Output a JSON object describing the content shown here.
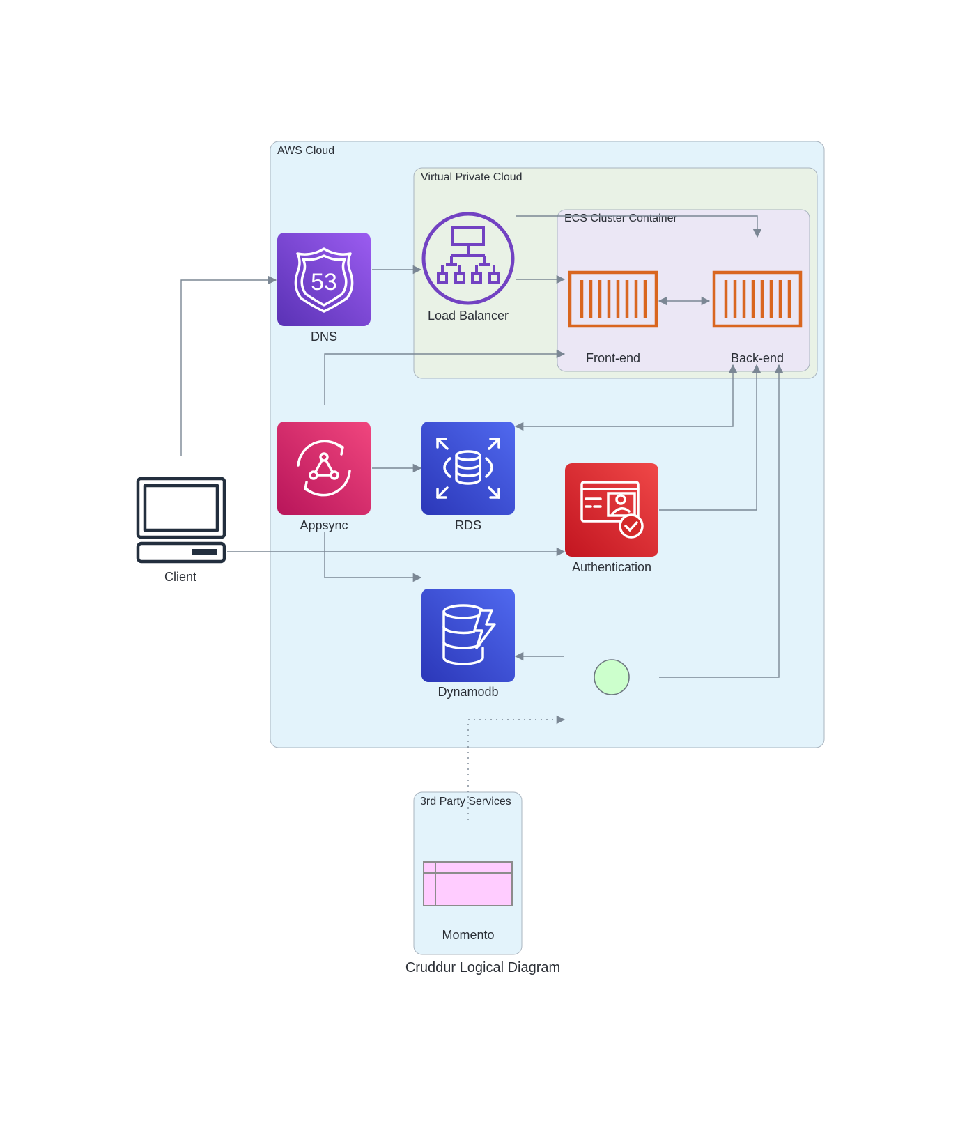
{
  "title": "Cruddur Logical Diagram",
  "clusters": {
    "aws_cloud": "AWS Cloud",
    "vpc": "Virtual Private Cloud",
    "ecs": "ECS Cluster Container",
    "third_party": "3rd Party Services"
  },
  "nodes": {
    "client": "Client",
    "dns": "DNS",
    "load_balancer": "Load Balancer",
    "frontend": "Front-end",
    "backend": "Back-end",
    "appsync": "Appsync",
    "rds": "RDS",
    "authentication": "Authentication",
    "dynamodb": "Dynamodb",
    "momento": "Momento"
  },
  "colors": {
    "aws_cloud_fill": "#e3f3fb",
    "vpc_fill": "#e9f2e6",
    "ecs_fill": "#ebe7f5",
    "route53": "#7c45d6",
    "elb": "#7242c2",
    "container": "#d9661f",
    "appsync": "#d12c66",
    "database": "#3b50d8",
    "cognito": "#d42a2a",
    "lambda_circle": "#ccffcc",
    "momento_fill": "#ffccff",
    "client_icon": "#232f3e"
  },
  "edges": [
    {
      "from": "client",
      "to": "dns"
    },
    {
      "from": "client",
      "to": "authentication"
    },
    {
      "from": "dns",
      "to": "load_balancer"
    },
    {
      "from": "load_balancer",
      "to": "frontend"
    },
    {
      "from": "load_balancer",
      "to": "backend"
    },
    {
      "from": "frontend",
      "to": "backend",
      "bidirectional": true
    },
    {
      "from": "appsync",
      "to": "frontend"
    },
    {
      "from": "appsync",
      "to": "rds"
    },
    {
      "from": "appsync",
      "to": "dynamodb"
    },
    {
      "from": "backend",
      "to": "rds"
    },
    {
      "from": "authentication",
      "to": "backend"
    },
    {
      "from": "lambda",
      "to": "backend"
    },
    {
      "from": "lambda",
      "to": "dynamodb"
    },
    {
      "from": "momento",
      "to": "lambda",
      "style": "dotted"
    }
  ]
}
